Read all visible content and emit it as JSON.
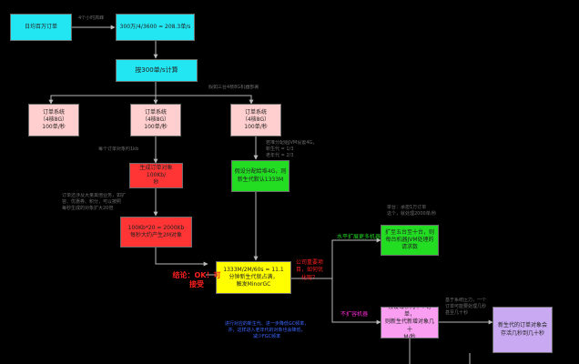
{
  "colors": {
    "cyan": "#22e6f2",
    "pink": "#ffcfcf",
    "red": "#ff3535",
    "green": "#22dd22",
    "yellow": "#ffff00",
    "lavender": "#c9a9f1",
    "magenta": "#f99ef0",
    "line": "#b9b9b9"
  },
  "boxes": {
    "daily": "日均百万订单",
    "qps": "300万/4/3600 = 208.3单/s",
    "calc": "按300单/s计算",
    "order_a": "订单系统\n（4核8G）\n100单/秒",
    "order_b": "订单系统\n（4核8G）\n100单/秒",
    "order_c": "订单系统\n（4核8G）\n100单/秒",
    "gen_obj": "生成订单对象100Kb/\n秒",
    "eden": "假设分配给堆4G，则\n新生代默认1333M",
    "per_sec": "100Kb*20 = 2000Kb\n每秒大约产生2M对象",
    "minor_gc": "1333M/2M/60s = 11.1\n分钟新生代就占满，\n触发MinorGC",
    "scale_out": "扩至五台至十台，则\n每台机器JVM处理的\n请求数",
    "estimate": "假设每秒几千个订单，\n则新生代新增对象几十\nM/秒",
    "survivor": "新生代的订单对象会\n存活几秒到几十秒"
  },
  "notes": {
    "peak": "4个小时高峰",
    "deploy": "假如三台4核8G机器部署",
    "obj_size": "每个订单对象约1kb",
    "heap_split": "若堆分配给JVM设置4G，\n新生代 = 1/3\n老年代 = 2/3",
    "expand": "订单还涉及大量其他业务，如扩\n容、优惠券、积分，可以按照\n每秒生成的对象扩大20倍",
    "per_req": "单台：承担1万订单\n这个，就处理2000单/秒",
    "few_sec": "基于系统压力，一个\n订单可能要处理几秒\n甚至几十秒"
  },
  "labels": {
    "conclusion": "结论：OK！可\n接受",
    "guard": "公司重要项\n目，如何优\n化呢？",
    "horizontal": "水平扩展更多机器",
    "no_scale": "不扩容机器",
    "tuning": "进行对应的新生代、进一步降低GC频率，\n并，这样进入老年代的对象也会降低，\n减少FGC频率"
  }
}
